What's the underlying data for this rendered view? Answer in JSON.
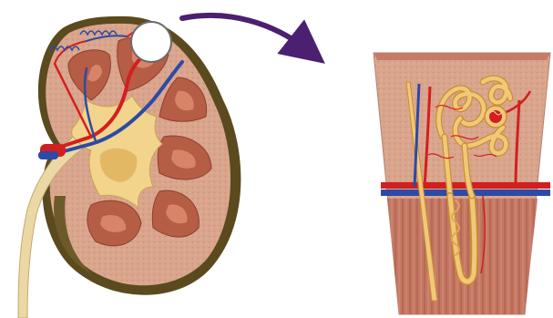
{
  "figure": {
    "panels": [
      {
        "name": "kidney-cross-section"
      },
      {
        "name": "nephron-magnified-section"
      }
    ],
    "connector": {
      "name": "zoom-arrow",
      "direction": "left-to-right"
    },
    "magnifier": {
      "name": "magnified-region-circle"
    }
  },
  "colors": {
    "background": "#ffffff",
    "outer_capsule": "#5b4a1e",
    "cortex": "#d9a58c",
    "pyramid": "#b65d46",
    "pyramid_inner": "#d88468",
    "pelvis": "#f2d48c",
    "ureter": "#ecd8a6",
    "artery": "#d21f1f",
    "vein": "#2c4aa6",
    "arrow": "#4b2070",
    "tubule": "#f1c87a",
    "tubule_outline": "#c9902f",
    "section_outer": "#e6b7a8",
    "section_inner": "#c97f6c"
  }
}
